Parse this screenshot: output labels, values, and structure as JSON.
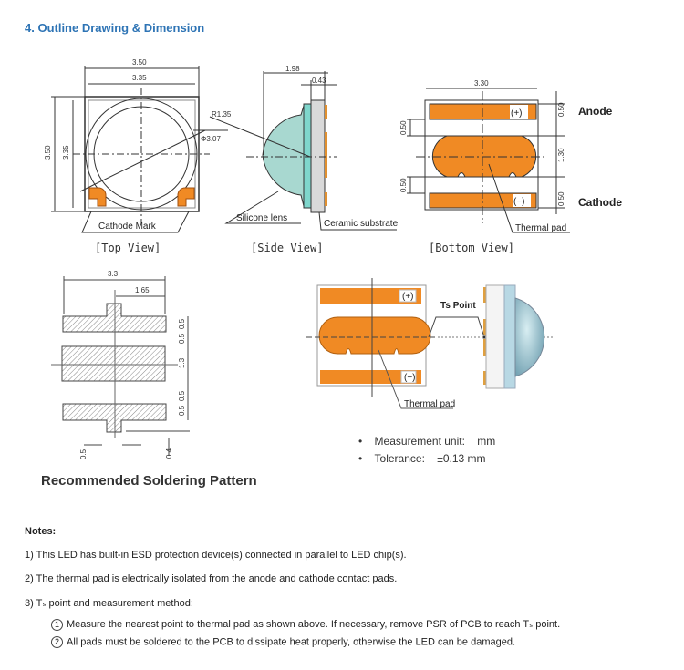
{
  "section_title": "4. Outline Drawing & Dimension",
  "top_view": {
    "dim_outer_w": "3.50",
    "dim_inner_w": "3.35",
    "dim_outer_h": "3.50",
    "dim_inner_h": "3.35",
    "radius": "R1.35",
    "diameter": "Φ3.07",
    "cathode_mark": "Cathode Mark",
    "caption": "[Top View]"
  },
  "side_view": {
    "dim_total": "1.98",
    "dim_substrate": "0.43",
    "lens_label": "Silicone lens",
    "substrate_label": "Ceramic substrate",
    "caption": "[Side View]"
  },
  "bottom_view": {
    "dim_width": "3.30",
    "dim_pad_top": "0.50",
    "dim_gap_top": "0.50",
    "dim_thermal": "1.30",
    "dim_gap_bottom": "0.50",
    "dim_pad_bottom": "0.50",
    "plus": "(+)",
    "minus": "(−)",
    "anode": "Anode",
    "cathode": "Cathode",
    "thermal_pad": "Thermal pad",
    "caption": "[Bottom View]"
  },
  "soldering": {
    "dim_width": "3.3",
    "dim_half": "1.65",
    "dim_a": "0.5",
    "dim_b": "0.5",
    "dim_c": "1.3",
    "dim_d": "0.5",
    "dim_e": "0.5",
    "dim_tab_w": "0.5",
    "dim_tab_h": "0.4",
    "title": "Recommended Soldering Pattern"
  },
  "ts_diagram": {
    "plus": "(+)",
    "minus": "(−)",
    "ts_point": "Ts Point",
    "thermal_pad": "Thermal pad"
  },
  "specs": [
    "Measurement unit:    mm",
    "Tolerance:    ±0.13 mm"
  ],
  "notes": {
    "title": "Notes:",
    "items": [
      "1)  This LED has built-in ESD protection device(s) connected in parallel to LED chip(s).",
      "2)  The thermal pad is electrically isolated from the anode and cathode contact pads.",
      "3)  Tₛ point and measurement method:"
    ],
    "sub_items": [
      {
        "num": "1",
        "text": "Measure the nearest point to thermal pad as shown above. If necessary, remove PSR of PCB to reach Tₛ point."
      },
      {
        "num": "2",
        "text": "All pads must be soldered to the PCB to dissipate heat properly, otherwise the LED can be damaged."
      }
    ]
  },
  "colors": {
    "heading": "#2e74b5",
    "pad": "#f08a24",
    "lens": "#9fd8d0"
  }
}
